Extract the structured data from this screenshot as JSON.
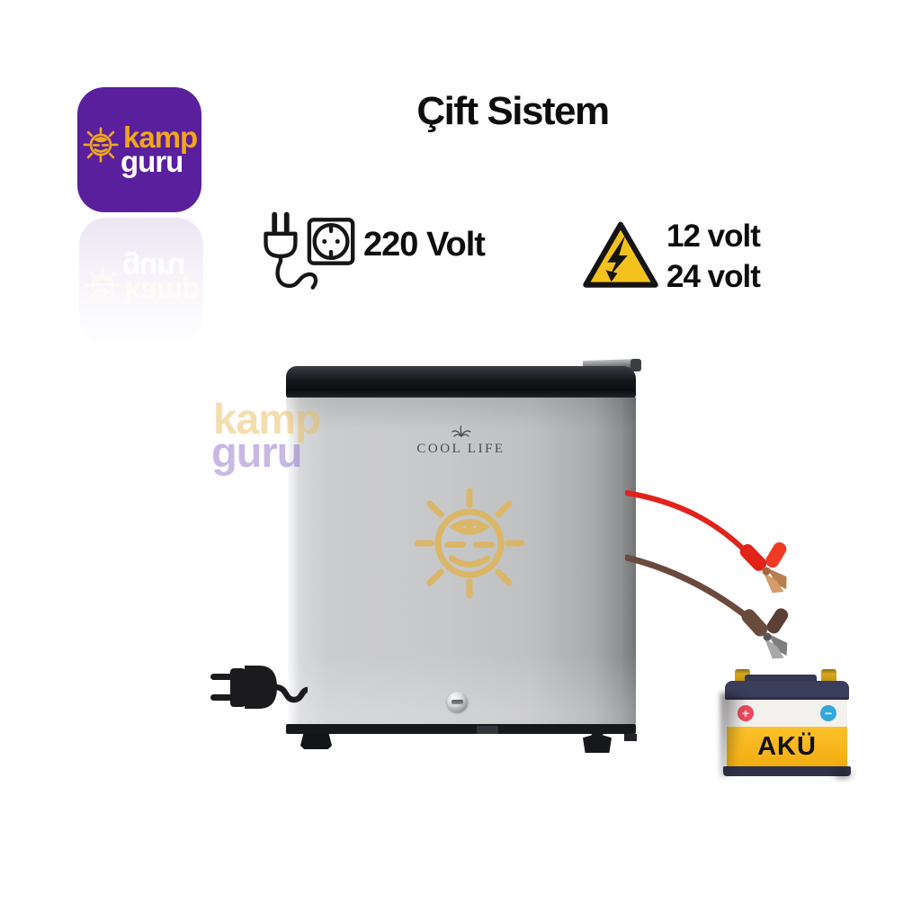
{
  "canvas": {
    "background": "#ffffff"
  },
  "logo": {
    "line1": "kamp",
    "line2": "guru",
    "bg_color": "#5A1F9D",
    "line1_color": "#F2A71B",
    "line2_color": "#FFFFFF",
    "icon": "sun-face-icon"
  },
  "title": "Çift Sistem",
  "specs": {
    "mains": {
      "label": "220 Volt",
      "icon": "plug-and-socket-icon"
    },
    "dc": {
      "label1": "12 volt",
      "label2": "24 volt",
      "icon": "high-voltage-warning-icon",
      "triangle_color": "#F4C21C"
    }
  },
  "fridge": {
    "brand": "COOL LIFE",
    "watermark_line1": "kamp",
    "watermark_line2": "guru",
    "watermark_icon": "sun-face-watermark-icon"
  },
  "battery": {
    "label": "AKÜ",
    "plus": "+",
    "minus": "−",
    "colors": {
      "top": "#3A3E5B",
      "band": "#F2F1EE",
      "body": "#F7B81C",
      "plus_badge": "#F1485B",
      "minus_badge": "#35A8DB",
      "terminal": "#D8A81F"
    }
  },
  "cables": {
    "red": "#E2231A",
    "brown": "#6B4A3E"
  }
}
